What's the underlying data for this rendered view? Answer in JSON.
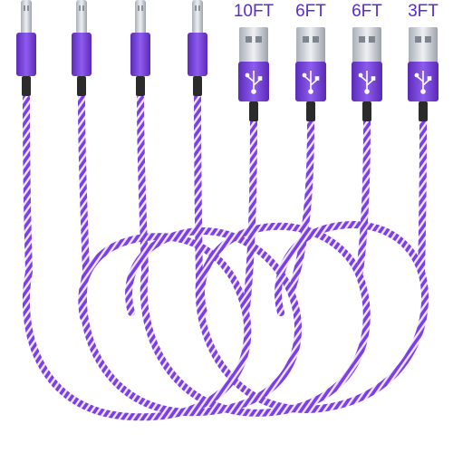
{
  "product": {
    "cable_color": "#7b3fe6",
    "cable_stripe_color": "#f1e8ff",
    "connector_metal_color": "#cfd3d8",
    "housing_color": "#7a45d8",
    "strain_relief_color": "#2b2b2b",
    "label_color": "#5a2bd6",
    "cables": [
      {
        "connector": "lightning",
        "usb_end": "usb-a",
        "length_label": "10FT"
      },
      {
        "connector": "lightning",
        "usb_end": "usb-a",
        "length_label": "6FT"
      },
      {
        "connector": "lightning",
        "usb_end": "usb-a",
        "length_label": "6FT"
      },
      {
        "connector": "lightning",
        "usb_end": "usb-a",
        "length_label": "3FT"
      }
    ],
    "usb_symbol_icon": "usb-trident-icon"
  }
}
